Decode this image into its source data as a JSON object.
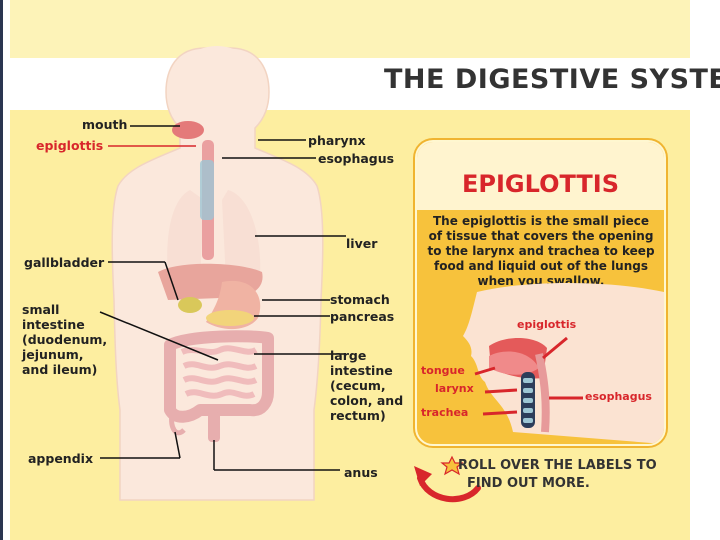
{
  "title": "THE DIGESTIVE SYSTEM",
  "labels": {
    "mouth": "mouth",
    "epiglottis": "epiglottis",
    "pharynx": "pharynx",
    "esophagus": "esophagus",
    "liver": "liver",
    "gallbladder": "gallbladder",
    "small_intestine": "small\nintestine\n(duodenum,\njejunum,\nand ileum)",
    "stomach": "stomach",
    "pancreas": "pancreas",
    "large_intestine": "large\nintestine\n(cecum,\ncolon, and\nrectum)",
    "appendix": "appendix",
    "anus": "anus"
  },
  "panel": {
    "title": "EPIGLOTTIS",
    "description": "The epiglottis is the small piece of tissue that covers the opening to the larynx and trachea to keep food and liquid out of the lungs when you swallow.",
    "labels": {
      "epiglottis": "epiglottis",
      "tongue": "tongue",
      "larynx": "larynx",
      "trachea": "trachea",
      "esophagus": "esophagus"
    }
  },
  "instruction": "ROLL OVER THE LABELS TO\n  FIND OUT MORE.",
  "colors": {
    "background": "#fdeea0",
    "panel": "#f7c23c",
    "accent_red": "#d8262b",
    "body_skin": "#fbe8dc",
    "intestine": "#f1c7c7"
  }
}
